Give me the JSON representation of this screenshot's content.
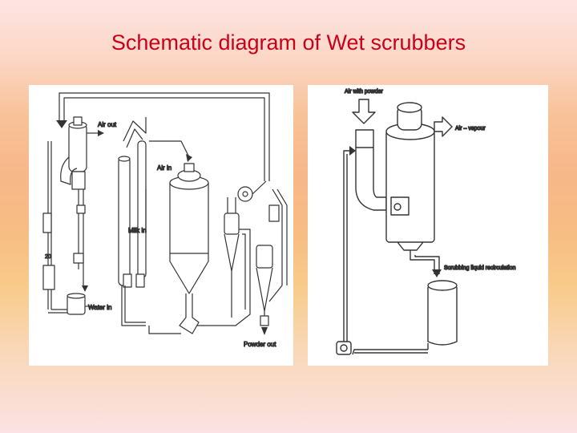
{
  "title": "Schematic diagram of Wet scrubbers",
  "left_diagram": {
    "labels": {
      "air_out": "Air out",
      "air_in": "Air in",
      "milk_in": "Milk in",
      "water_in": "Water in",
      "powder_out": "Powder out",
      "number": "20"
    }
  },
  "right_diagram": {
    "labels": {
      "air_with_powder": "Air with powder",
      "air_vapour": "Air – vapour",
      "scrubbing_liquid": "Scrubbing liquid recirculation"
    }
  }
}
